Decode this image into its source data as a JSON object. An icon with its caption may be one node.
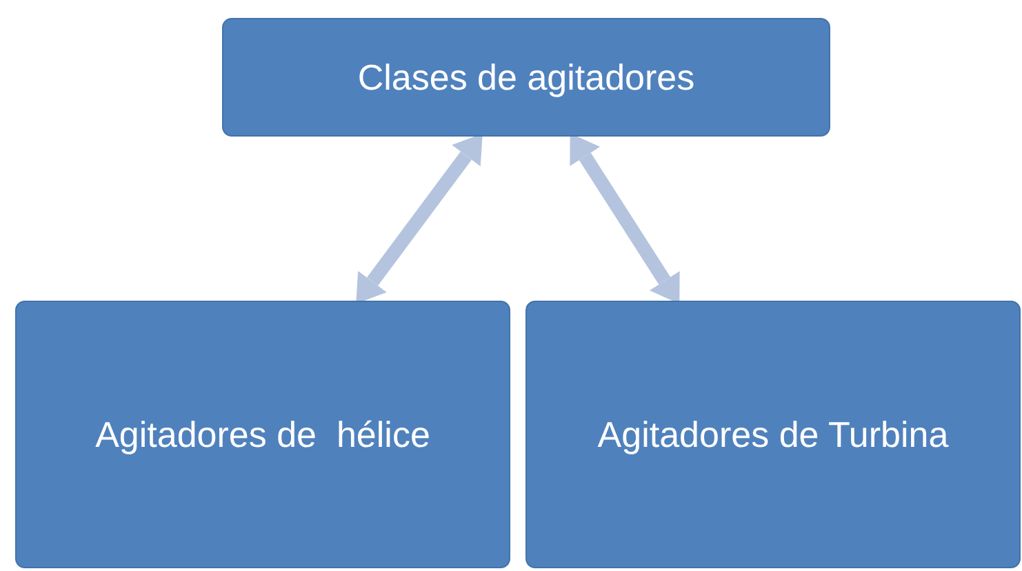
{
  "diagram": {
    "nodes": [
      {
        "text": [
          "Clases de agitadores"
        ]
      },
      {
        "text": [
          "Agitadores de  hélice"
        ]
      },
      {
        "text": [
          "Agitadores de Turbina"
        ]
      }
    ],
    "edges": [
      {
        "from": 0,
        "to": 1,
        "arrow": "both"
      },
      {
        "from": 0,
        "to": 2,
        "arrow": "both"
      }
    ]
  }
}
